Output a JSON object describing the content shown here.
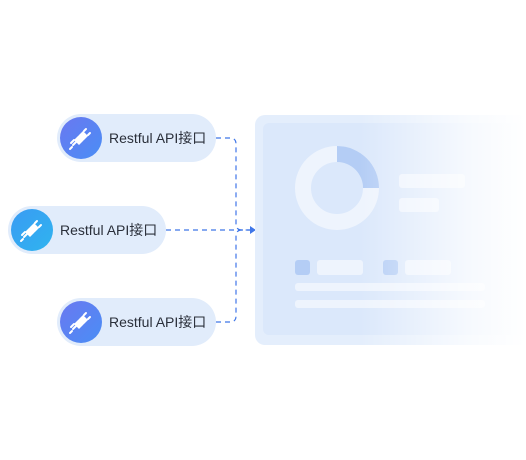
{
  "interfaces": [
    {
      "label": "Restful API接口"
    },
    {
      "label": "Restful API接口"
    },
    {
      "label": "Restful API接口"
    }
  ],
  "icon": "plug-connection-icon",
  "colors": {
    "pill_bg": "#e1ecfb",
    "icon_gradient_start": "#5a7ff0",
    "icon_gradient_end": "#3aa0f5",
    "connector": "#3f76e8",
    "panel_bg": "#dbe8fb",
    "donut_accent": "#b4cdf5"
  },
  "dashboard": {
    "donut_highlight_fraction": 0.25
  }
}
